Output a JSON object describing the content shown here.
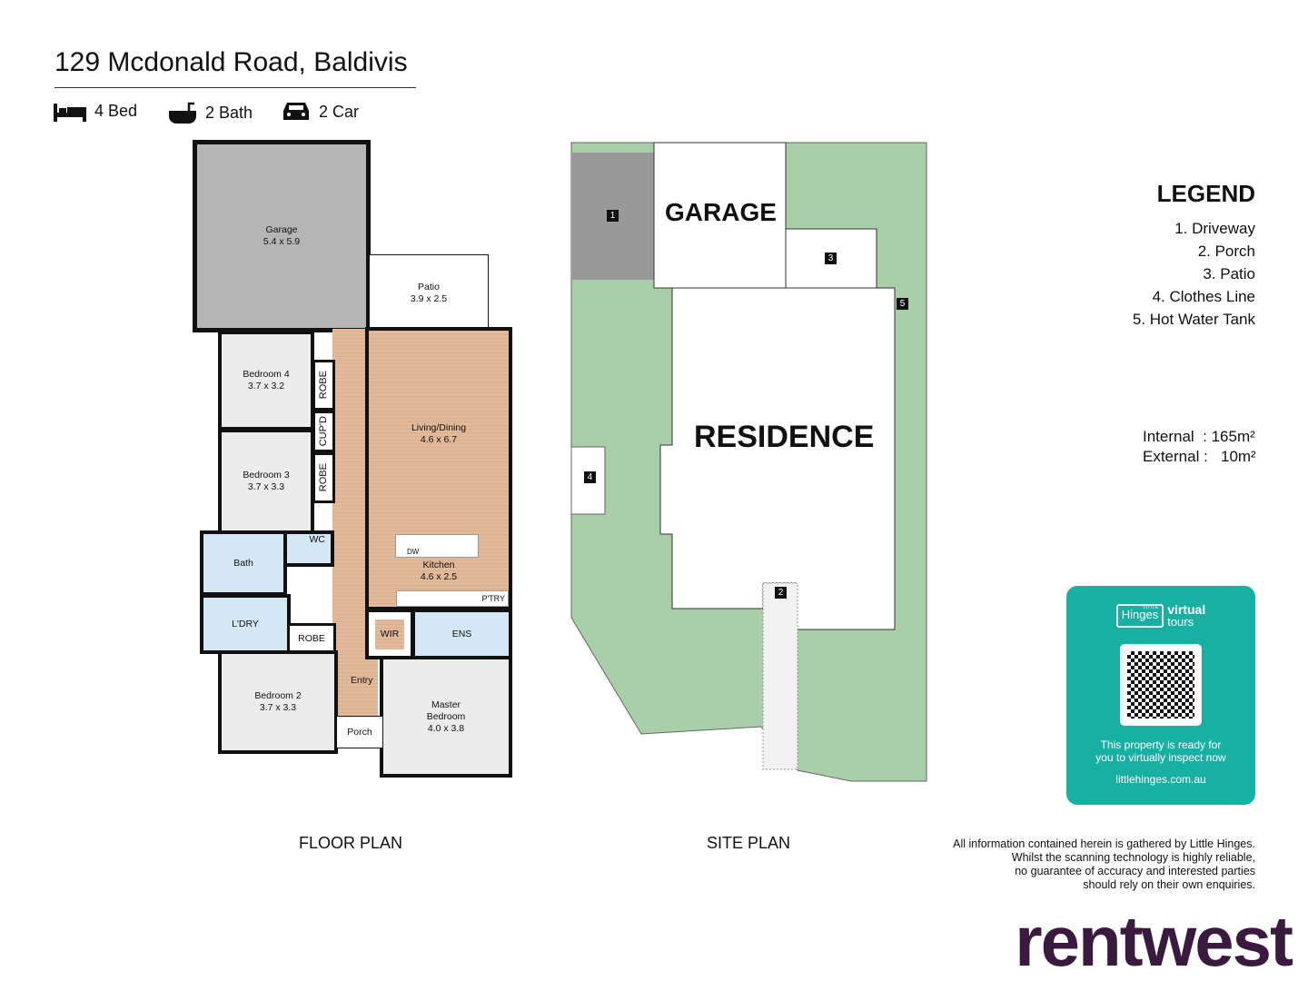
{
  "header": {
    "title": "129 Mcdonald Road, Baldivis",
    "features": [
      {
        "icon": "bed-icon",
        "label": "4 Bed"
      },
      {
        "icon": "bath-icon",
        "label": "2 Bath"
      },
      {
        "icon": "car-icon",
        "label": "2 Car"
      }
    ]
  },
  "floor_plan": {
    "caption": "FLOOR PLAN",
    "rooms": {
      "garage": {
        "name": "Garage",
        "size": "5.4 x 5.9"
      },
      "patio": {
        "name": "Patio",
        "size": "3.9 x 2.5"
      },
      "bed4": {
        "name": "Bedroom 4",
        "size": "3.7 x 3.2"
      },
      "bed3": {
        "name": "Bedroom 3",
        "size": "3.7 x 3.3"
      },
      "bed2": {
        "name": "Bedroom 2",
        "size": "3.7 x 3.3"
      },
      "living": {
        "name": "Living/Dining",
        "size": "4.6 x 6.7"
      },
      "kitchen": {
        "name": "Kitchen",
        "size": "4.6 x 2.5"
      },
      "master": {
        "name": "Master Bedroom",
        "size": "4.0 x 3.8"
      },
      "robe1": "ROBE",
      "cupd": "CUP'D",
      "robe2": "ROBE",
      "robe3": "ROBE",
      "wc": "WC",
      "bath": "Bath",
      "laundry": "L'DRY",
      "wir": "WIR",
      "ens": "ENS",
      "pantry": "P'TRY",
      "dw": "DW",
      "entry": "Entry",
      "porch": "Porch"
    }
  },
  "site_plan": {
    "caption": "SITE PLAN",
    "garage": "GARAGE",
    "residence": "RESIDENCE",
    "markers": [
      "1",
      "2",
      "3",
      "4",
      "5"
    ],
    "lawn_color": "#a9cfa9"
  },
  "legend": {
    "title": "LEGEND",
    "items": [
      "1. Driveway",
      "2. Porch",
      "3. Patio",
      "4. Clothes Line",
      "5. Hot Water Tank"
    ],
    "internal_label": "Internal",
    "internal_value": ": 165m²",
    "external_label": "External :",
    "external_value": "10m²"
  },
  "tour_card": {
    "brand_small": "LITTLE",
    "brand": "Hinges",
    "tag1": "virtual",
    "tag2": "tours",
    "text1": "This property is ready for",
    "text2": "you to virtually inspect now",
    "url": "littlehinges.com.au",
    "color": "#19b0a4"
  },
  "disclaimer": [
    "All information contained herein is gathered by Little Hinges.",
    "Whilst the scanning technology is highly reliable,",
    "no guarantee of accuracy and interested parties",
    "should rely on their own enquiries."
  ],
  "brand": "rentwest"
}
